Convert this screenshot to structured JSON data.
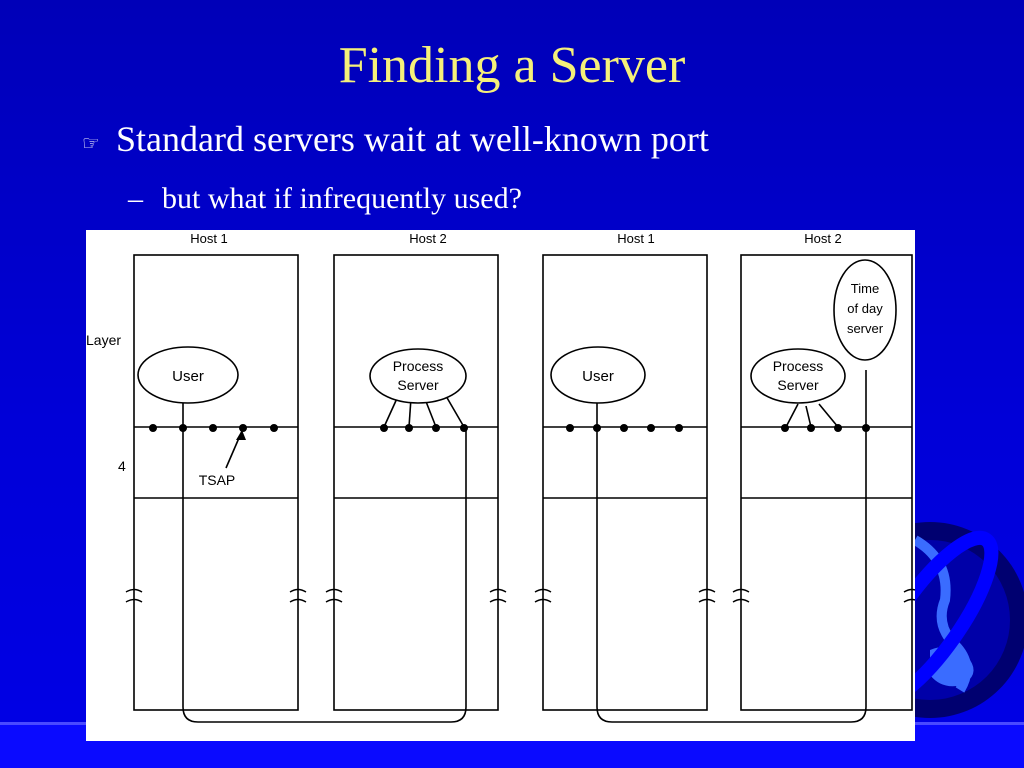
{
  "slide": {
    "title": "Finding a Server",
    "bullet1": "Standard servers wait at well-known port",
    "bullet1_icon": "pointing-hand-icon",
    "bullet2_prefix": "–",
    "bullet2": "but what if infrequently used?"
  },
  "colors": {
    "background": "#0000d0",
    "title": "#f5f07a",
    "text": "#ffffff"
  },
  "diagram": {
    "layer_label": "Layer",
    "layer_number": "4",
    "tsap_label": "TSAP",
    "left": {
      "host1_label": "Host 1",
      "host2_label": "Host 2",
      "user_label": "User",
      "process_server_line1": "Process",
      "process_server_line2": "Server"
    },
    "right": {
      "host1_label": "Host 1",
      "host2_label": "Host 2",
      "user_label": "User",
      "process_server_line1": "Process",
      "process_server_line2": "Server",
      "time_server_line1": "Time",
      "time_server_line2": "of day",
      "time_server_line3": "server"
    }
  }
}
